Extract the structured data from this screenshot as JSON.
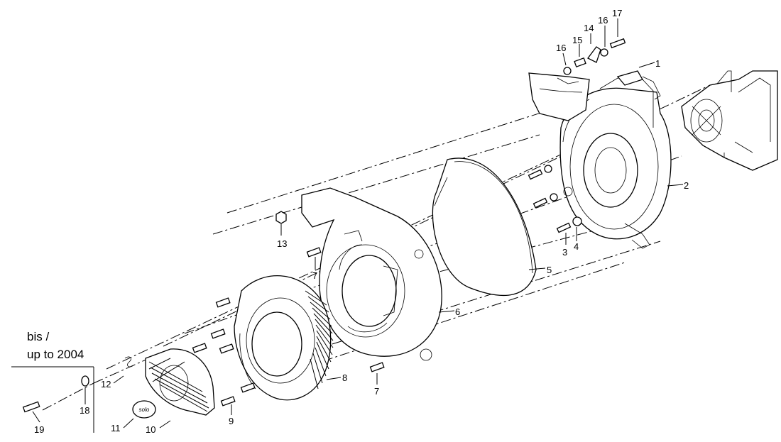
{
  "note": {
    "line1": "bis /",
    "line2": "up to 2004"
  },
  "cover_logo_text": "solo",
  "callouts": [
    "1",
    "2",
    "3",
    "4",
    "5",
    "6",
    "7",
    "7",
    "8",
    "9",
    "10",
    "11",
    "12",
    "13",
    "14",
    "15",
    "16",
    "16",
    "17",
    "18",
    "19"
  ]
}
